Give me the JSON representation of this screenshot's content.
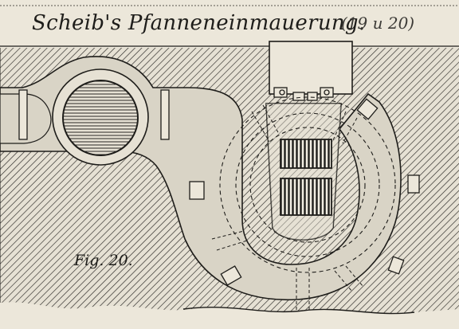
{
  "title": "Scheib's Pfanneneinmauerung.",
  "title_note": "(19 u 20)",
  "figure_label": "Fig. 20.",
  "colors": {
    "paper": "#ece7da",
    "ink": "#1e1d1a",
    "masonry": "#d9d4c6"
  }
}
